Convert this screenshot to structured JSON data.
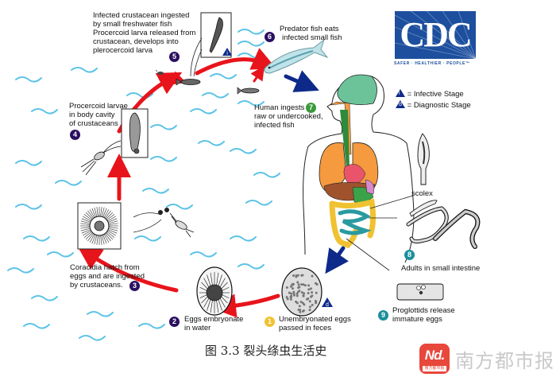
{
  "title": "Diphyllobothrium life cycle",
  "cdc_logo": {
    "text": "CDC",
    "tagline": "SAFER · HEALTHIER · PEOPLE™"
  },
  "legend": {
    "infective": {
      "symbol": "i",
      "label": "= Infective Stage"
    },
    "diagnostic": {
      "symbol": "d",
      "label": "= Diagnostic Stage"
    }
  },
  "stages": [
    {
      "number": "1",
      "lines": [
        "Unembryonated eggs",
        "passed in feces"
      ],
      "color": "#f2c12e"
    },
    {
      "number": "2",
      "lines": [
        "Eggs embryonate",
        "in water"
      ],
      "color": "#2a1060"
    },
    {
      "number": "3",
      "lines": [
        "Coracidia hatch from",
        "eggs and are ingested",
        "by crustaceans."
      ],
      "color": "#2a1060"
    },
    {
      "number": "4",
      "lines": [
        "Procercoid larvae",
        "in body cavity",
        "of crustaceans"
      ],
      "color": "#2a1060"
    },
    {
      "number": "5",
      "lines": [
        "Infected crustacean ingested",
        "by small freshwater fish",
        "Procercoid larva released from",
        "crustacean, develops into",
        "plerocercoid larva"
      ],
      "color": "#2a1060"
    },
    {
      "number": "6",
      "lines": [
        "Predator fish eats",
        "infected small fish"
      ],
      "color": "#2a1060"
    },
    {
      "number": "7",
      "lines": [
        "Human ingests",
        "raw or undercooked,",
        "infected fish"
      ],
      "color": "#3a9a3a"
    },
    {
      "number": "8",
      "lines": [
        "Adults in small intestine"
      ],
      "color": "#1a8f9a"
    },
    {
      "number": "9",
      "lines": [
        "Proglottids release",
        "immature eggs"
      ],
      "color": "#1a8f9a"
    }
  ],
  "scolex_label": "scolex",
  "caption": "图 3.3  裂头绦虫生活史",
  "watermark": {
    "logo_text": "Nd.",
    "logo_sub": "南方都市报",
    "name": "南方都市报"
  },
  "colors": {
    "arrow_red": "#e8141b",
    "arrow_blue": "#0d2a8a",
    "water": "#5cc3e6",
    "cdc_blue": "#1d4f9e"
  }
}
